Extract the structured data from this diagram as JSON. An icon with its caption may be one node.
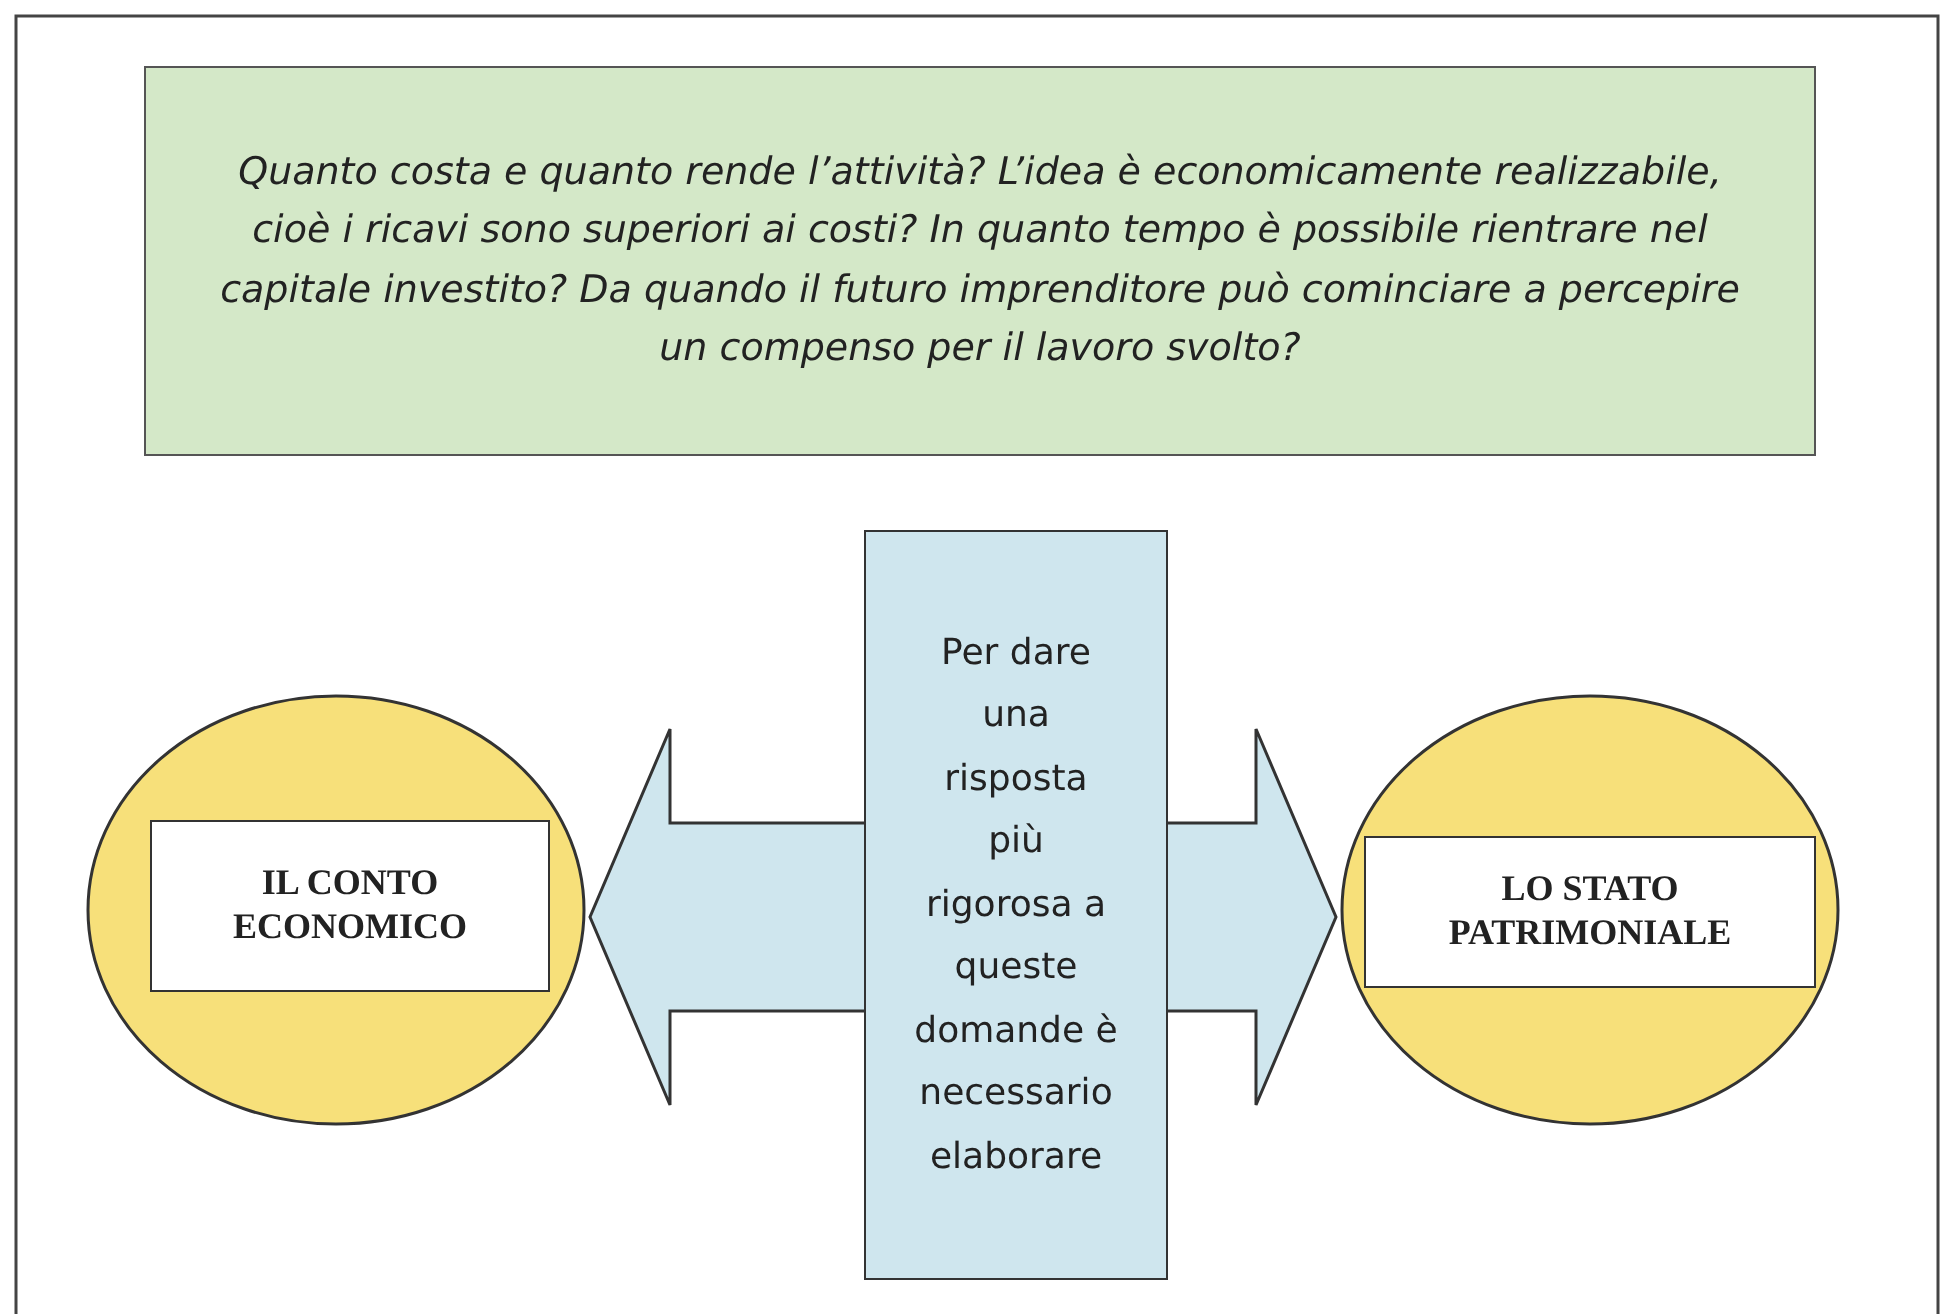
{
  "diagram": {
    "nodes": [
      {
        "text": [
          "Quanto costa e quanto rende l’attività? L’idea è economicamente realizzabile, cioè i ricavi sono superiori ai costi? In quanto tempo è possibile rientrare nel capitale investito? Da quando il futuro imprenditore può cominciare a percepire un compenso per il lavoro svolto?"
        ]
      },
      {
        "text": [],
        "shape": "circle"
      },
      {
        "text": [
          "IL CONTO ECONOMICO"
        ],
        "in": 1
      },
      {
        "text": [
          "Per dare una risposta più rigorosa a queste domande è necessario elaborare"
        ]
      },
      {
        "text": [],
        "shape": "circle"
      },
      {
        "text": [
          "LO STATO PATRIMONIALE"
        ],
        "in": 4
      }
    ],
    "edges": [
      {
        "from": 3,
        "to": 1,
        "arrow": "to"
      },
      {
        "from": 3,
        "to": 4,
        "arrow": "to"
      }
    ]
  }
}
